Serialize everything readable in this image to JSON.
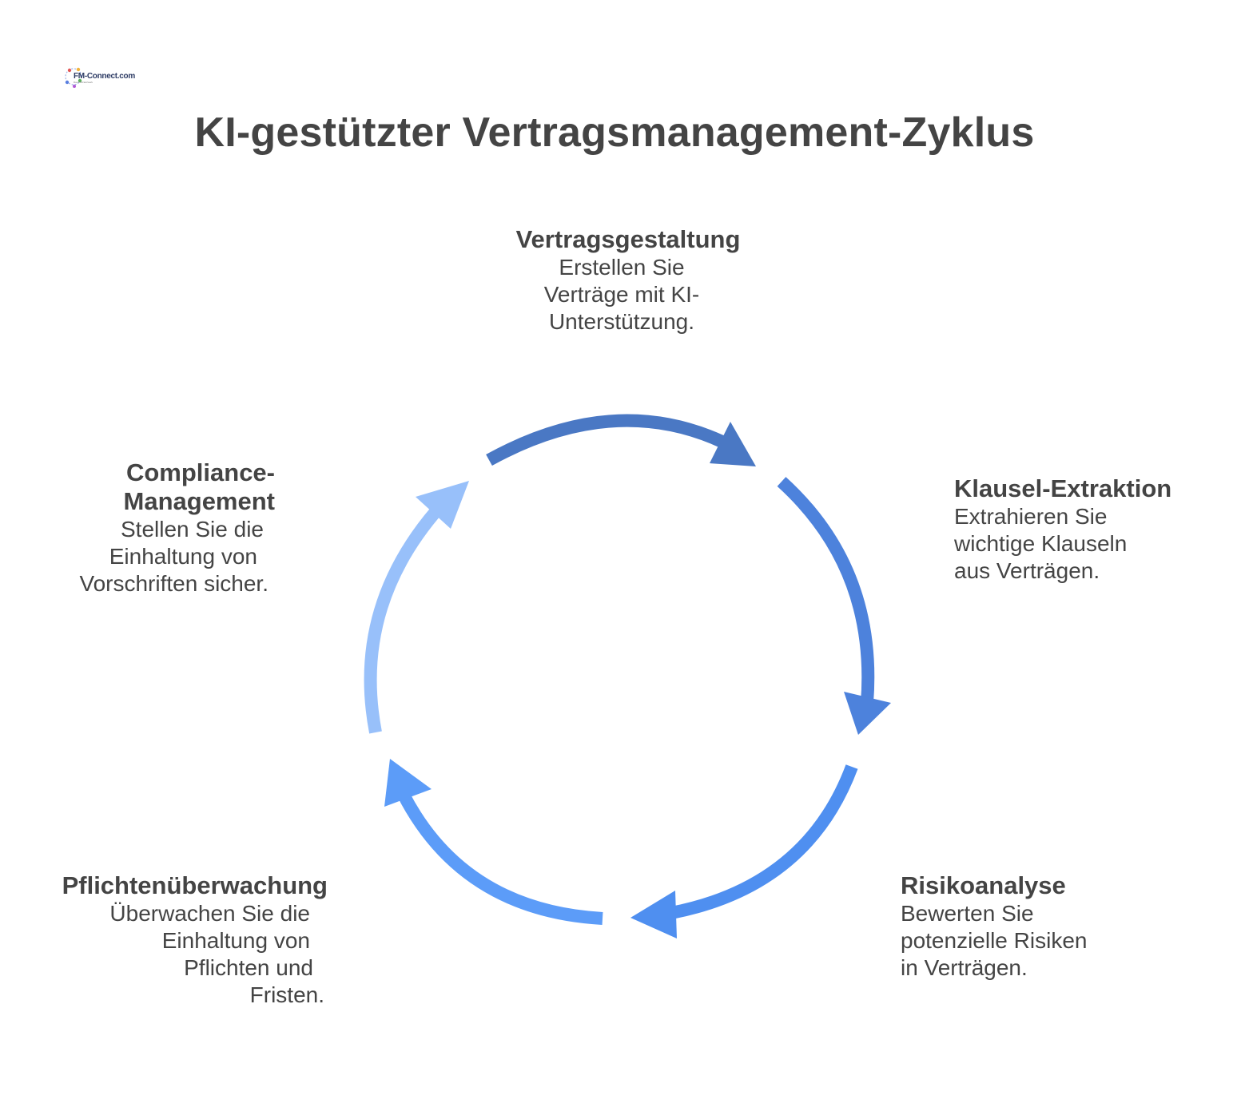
{
  "logo": {
    "name": "FM-Connect.com",
    "tagline": "Das FM-Netzwerk"
  },
  "title": "KI-gestützter Vertragsmanagement-Zyklus",
  "steps": [
    {
      "id": "vertragsgestaltung",
      "title": "Vertragsgestaltung",
      "desc_lines": [
        "Erstellen Sie",
        "Verträge mit KI-",
        "Unterstützung."
      ],
      "arrow_color": "#4a78c4"
    },
    {
      "id": "klausel-extraktion",
      "title": "Klausel-Extraktion",
      "desc_lines": [
        "Extrahieren Sie",
        "wichtige Klauseln",
        "aus Verträgen."
      ],
      "arrow_color": "#4d82dc"
    },
    {
      "id": "risikoanalyse",
      "title": "Risikoanalyse",
      "desc_lines": [
        "Bewerten Sie",
        "potenzielle Risiken",
        "in Verträgen."
      ],
      "arrow_color": "#4f8ff0"
    },
    {
      "id": "pflichtenueberwachung",
      "title": "Pflichtenüberwachung",
      "desc_lines": [
        "Überwachen Sie die",
        "Einhaltung von",
        "Pflichten und",
        "Fristen."
      ],
      "arrow_color": "#5c9cf8"
    },
    {
      "id": "compliance-management",
      "title_lines": [
        "Compliance-",
        "Management"
      ],
      "desc_lines": [
        "Stellen Sie die",
        "Einhaltung von",
        "Vorschriften sicher."
      ],
      "arrow_color": "#98c0fa"
    }
  ]
}
